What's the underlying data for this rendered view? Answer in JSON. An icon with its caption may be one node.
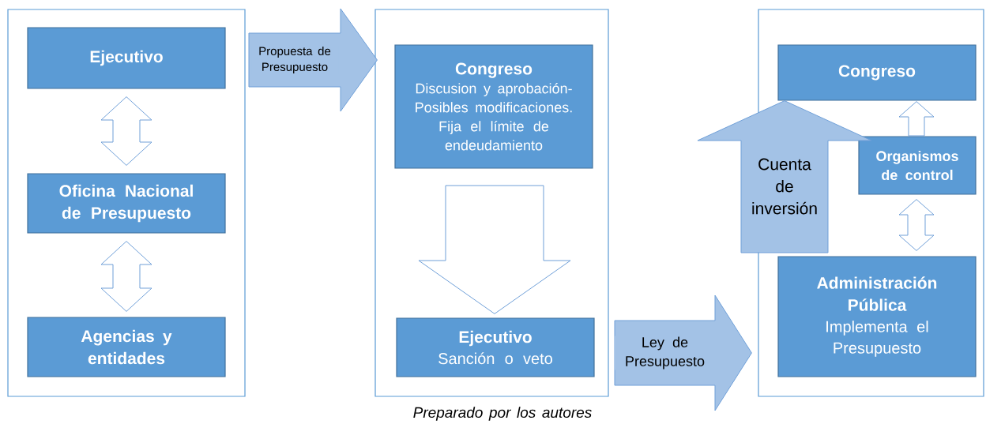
{
  "diagram": {
    "caption": "Preparado por los autores",
    "nodes": [
      {
        "text": [],
        "shape": "box"
      },
      {
        "text": [
          "Ejecutivo"
        ],
        "in": 0
      },
      {
        "text": [
          "Oficina Nacional de Presupuesto"
        ],
        "in": 0
      },
      {
        "text": [
          "Agencias y entidades"
        ],
        "in": 0
      },
      {
        "text": [],
        "shape": "box"
      },
      {
        "text": [
          "Congreso",
          "Discusion y aprobación- Posibles modificaciones. Fija el límite de endeudamiento"
        ],
        "in": 4
      },
      {
        "text": [
          "Ejecutivo",
          "Sanción o veto"
        ],
        "in": 4
      },
      {
        "text": [],
        "shape": "box"
      },
      {
        "text": [
          "Congreso"
        ],
        "in": 7
      },
      {
        "text": [
          "Organismos de control"
        ],
        "in": 7
      },
      {
        "text": [
          "Administración Pública",
          "Implementa el Presupuesto"
        ],
        "in": 7
      }
    ],
    "edges": [
      {
        "from": 1,
        "to": 2,
        "arrow": "both"
      },
      {
        "from": 2,
        "to": 3,
        "arrow": "both"
      },
      {
        "from": 0,
        "to": 4,
        "arrow": "to",
        "label": "Propuesta de Presupuesto",
        "color": "#a3c2e6"
      },
      {
        "from": 5,
        "to": 6,
        "arrow": "to"
      },
      {
        "from": 4,
        "to": 7,
        "arrow": "to",
        "label": "Ley de Presupuesto",
        "color": "#a3c2e6"
      },
      {
        "from": 10,
        "to": 8,
        "arrow": "to",
        "label": "Cuenta de inversión",
        "color": "#a3c2e6"
      },
      {
        "from": 9,
        "to": 8,
        "arrow": "to"
      },
      {
        "from": 9,
        "to": 10,
        "arrow": "both"
      }
    ]
  }
}
